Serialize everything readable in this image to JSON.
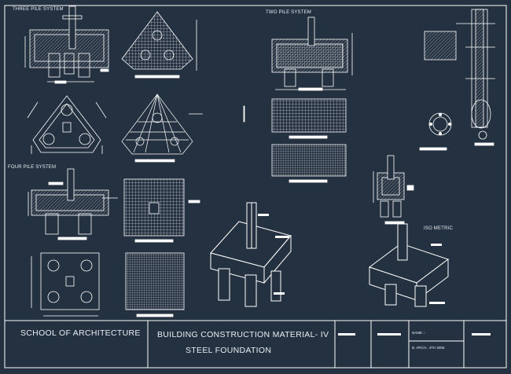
{
  "drawing": {
    "labels": {
      "three_pile": "THREE PILE SYSTEM",
      "two_pile": "TWO PILE SYSTEM",
      "four_pile": "FOUR PILE SYSTEM",
      "iso_metric": "ISO METRIC"
    },
    "title_block": {
      "school": "SCHOOL OF ARCHITECTURE",
      "course": "BUILDING CONSTRUCTION MATERIAL- IV",
      "topic": "STEEL FOUNDATION",
      "name_label": "NAME :-",
      "class_label": "B. ARCH., 4TH SEM."
    },
    "colors": {
      "background": "#243140",
      "lines": "#ffffff"
    }
  }
}
